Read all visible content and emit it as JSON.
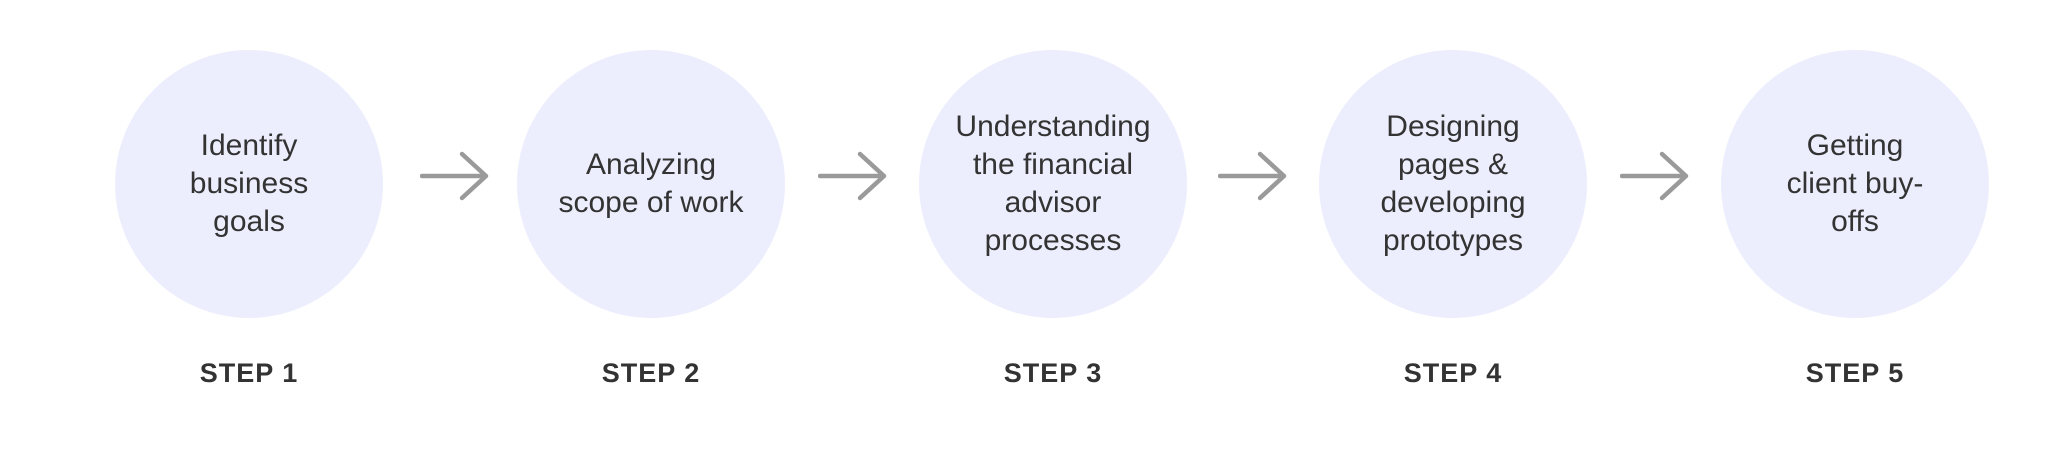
{
  "steps": [
    {
      "text": "Identify\nbusiness\ngoals",
      "label": "STEP 1"
    },
    {
      "text": "Analyzing\nscope of work",
      "label": "STEP 2"
    },
    {
      "text": "Understanding\nthe financial\nadvisor\nprocesses",
      "label": "STEP 3"
    },
    {
      "text": "Designing\npages &\ndeveloping\nprototypes",
      "label": "STEP 4"
    },
    {
      "text": "Getting\nclient buy-\noffs",
      "label": "STEP 5"
    }
  ],
  "colors": {
    "circle_fill": "#eceefd",
    "text": "#333333",
    "arrow": "#9a9a9a"
  },
  "icons": {
    "connector": "arrow-right-icon"
  }
}
